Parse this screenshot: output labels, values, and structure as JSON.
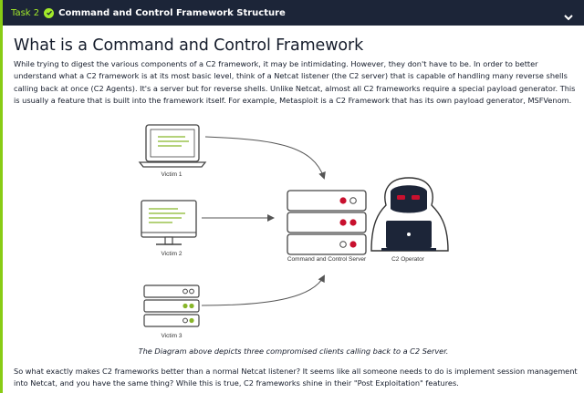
{
  "task": {
    "label": "Task 2",
    "title": "Command and Control Framework Structure"
  },
  "heading": "What is a Command and Control Framework",
  "paragraph1": "While trying to digest the various components of a C2 framework, it may be intimidating. However, they don't have to be. In order to better understand what a C2 framework is at its most basic level, think of a Netcat listener (the C2 server) that is capable of handling many reverse shells calling back at once (C2 Agents). It's a server but for reverse shells. Unlike Netcat, almost all C2 frameworks require a special payload generator. This is usually a feature that is built into the framework itself. For example, Metasploit is a C2 Framework that has its own payload generator, MSFVenom.",
  "diagram": {
    "victim1": "Victim 1",
    "victim2": "Victim 2",
    "victim3": "Victim 3",
    "server": "Command and Control Server",
    "operator": "C2 Operator"
  },
  "caption": "The Diagram above depicts three compromised clients calling back to a C2 Server.",
  "paragraph2": "So what exactly makes C2 frameworks better than a normal Netcat listener? It seems like all someone needs to do is implement session management into Netcat, and you have the same thing? While this is true, C2 frameworks shine in their \"Post Exploitation\" features.",
  "colors": {
    "header_bg": "#1c2538",
    "accent_green": "#a3ea2a",
    "led_red": "#c8102e",
    "led_green": "#88b62a"
  },
  "icons": [
    "check-circle-icon",
    "chevron-down-icon",
    "laptop-icon",
    "monitor-icon",
    "server-icon",
    "hacker-icon"
  ]
}
